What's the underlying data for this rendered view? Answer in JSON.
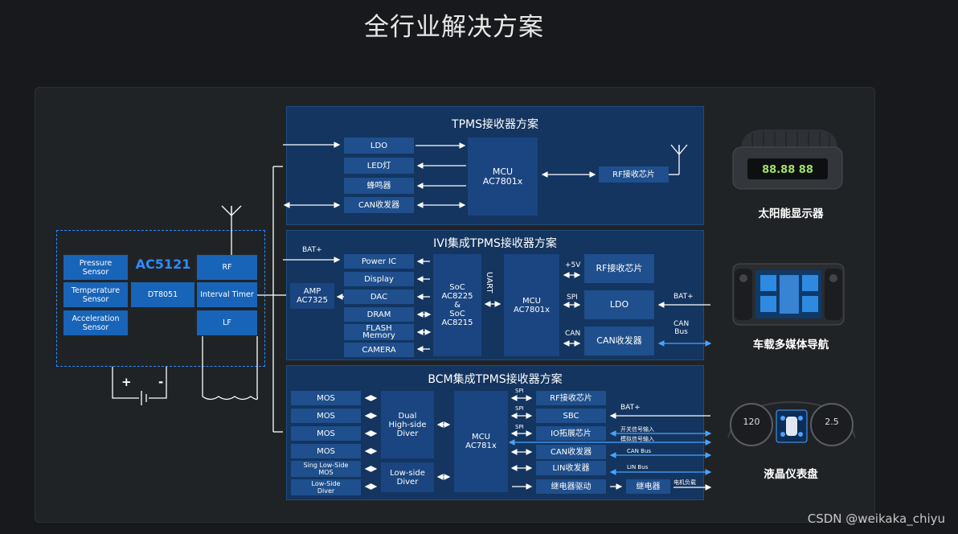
{
  "page_title": "全行业解决方案",
  "tpms": {
    "title": "TPMS接收器方案",
    "ldo": "LDO",
    "led": "LED灯",
    "buzzer": "蜂鸣器",
    "can": "CAN收发器",
    "mcu": "MCU\nAC7801x",
    "rf": "RF接收芯片"
  },
  "ivi": {
    "title": "IVI集成TPMS接收器方案",
    "bat": "BAT+",
    "amp": "AMP\nAC7325",
    "left_items": [
      "Power IC",
      "Display",
      "DAC",
      "DRAM",
      "FLASH\nMemory",
      "CAMERA"
    ],
    "soc": "SoC\nAC8225\n&\nSoC\nAC8215",
    "uart": "UART",
    "mcu": "MCU\nAC7801x",
    "plus5v": "+5V",
    "spi": "SPI",
    "can_lbl": "CAN",
    "rf": "RF接收芯片",
    "ldo": "LDO",
    "can": "CAN收发器",
    "bat_right": "BAT+",
    "can_bus": "CAN\nBus"
  },
  "bcm": {
    "title": "BCM集成TPMS接收器方案",
    "left_items": [
      "MOS",
      "MOS",
      "MOS",
      "MOS",
      "Sing Low-Side\nMOS",
      "Low-Side\nDiver"
    ],
    "dual": "Dual\nHigh-side\nDiver",
    "low": "Low-side\nDiver",
    "mcu": "MCU\nAC781x",
    "spi": "SPI",
    "right_items": [
      "RF接收芯片",
      "SBC",
      "IO拓展芯片",
      "CAN收发器",
      "LIN收发器",
      "继电器驱动"
    ],
    "relay": "继电器",
    "bat": "BAT+",
    "sig1": "开关信号输入",
    "sig2": "模拟信号输入",
    "can_bus": "CAN Bus",
    "lin_bus": "LIN Bus",
    "motor": "电机负载"
  },
  "sensor": {
    "pressure": "Pressure\nSensor",
    "temperature": "Temperature\nSensor",
    "acceleration": "Acceleration\nSensor",
    "chip": "AC5121",
    "dt": "DT8051",
    "rf": "RF",
    "timer": "Interval Timer",
    "lf": "LF",
    "plus": "+",
    "minus": "-"
  },
  "devices": {
    "solar": "太阳能显示器",
    "display_readout": "88.88 88",
    "nav": "车载多媒体导航",
    "cluster": "液晶仪表盘",
    "gauge_left": "120",
    "gauge_right": "2.5"
  },
  "watermark": "CSDN @weikaka_chiyu",
  "colors": {
    "panel": "#202326",
    "section": "#133560",
    "box": "#1f4f8c",
    "sensor": "#1864b8",
    "accent": "#4aa3ff"
  }
}
